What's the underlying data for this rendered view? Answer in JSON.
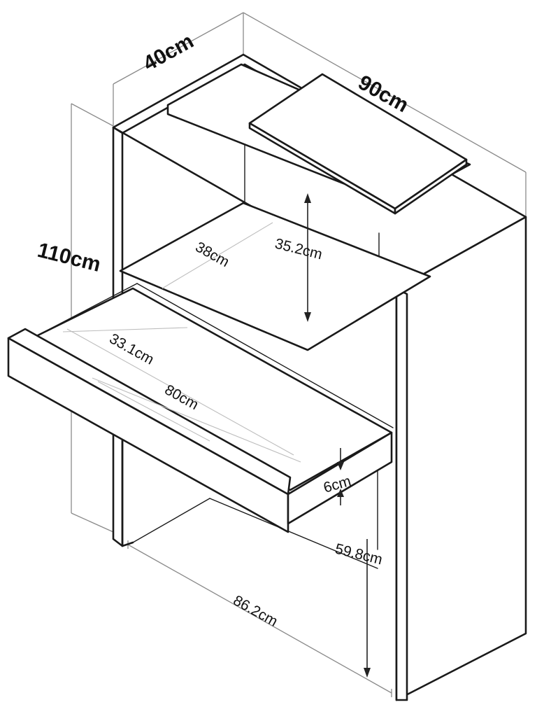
{
  "dimensions": {
    "depth": "40cm",
    "width": "90cm",
    "height": "110cm",
    "shelf_depth": "38cm",
    "shelf_clearance": "35.2cm",
    "drawer_depth": "33.1cm",
    "drawer_width": "80cm",
    "drawer_height": "6cm",
    "leg_clearance": "59.8cm",
    "inner_width": "86.2cm"
  }
}
